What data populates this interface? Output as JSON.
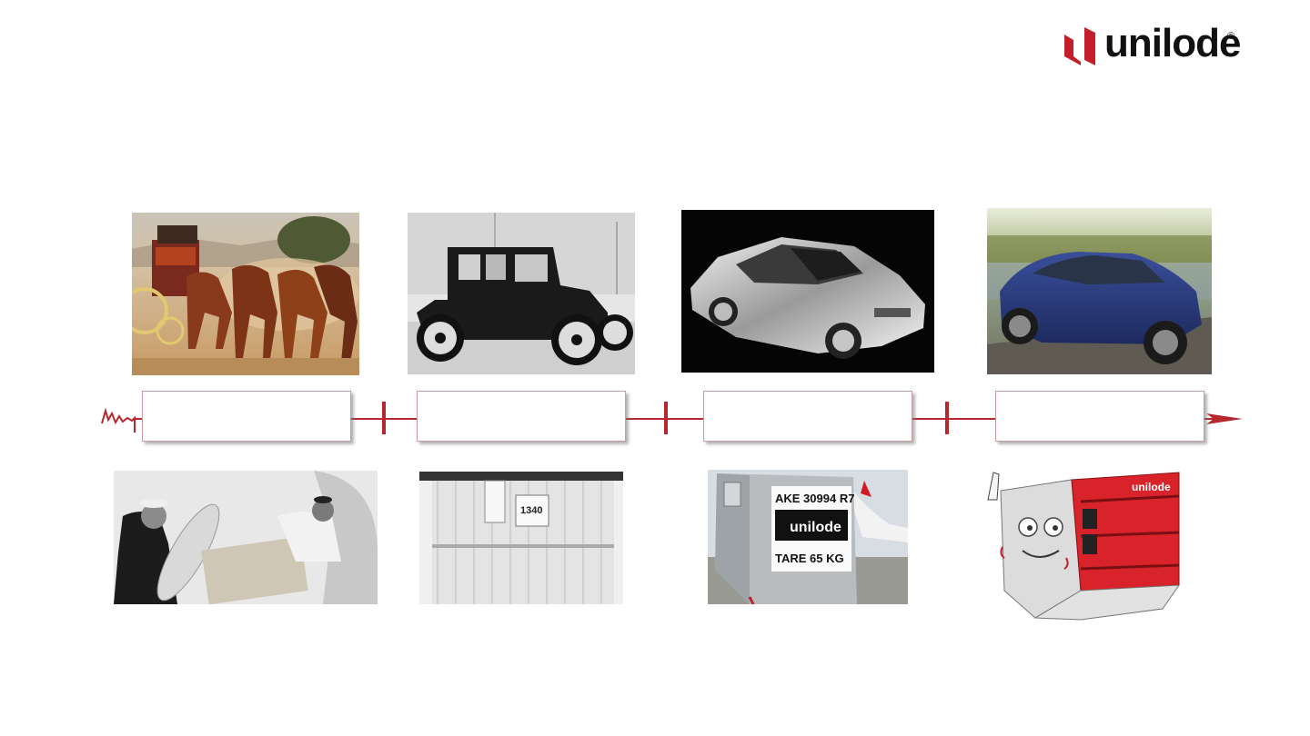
{
  "brand": {
    "name": "unilode",
    "registered_mark": "®",
    "color": "#c41e2a"
  },
  "timeline": {
    "accent_color": "#b5282e",
    "eras": [
      {
        "label": ""
      },
      {
        "label": ""
      },
      {
        "label": ""
      },
      {
        "label": ""
      }
    ]
  },
  "top_images": [
    {
      "icon": "stagecoach-horses-photo"
    },
    {
      "icon": "vintage-car-photo"
    },
    {
      "icon": "silver-sedan-photo"
    },
    {
      "icon": "electric-suv-photo"
    }
  ],
  "bottom_images": [
    {
      "icon": "loading-boxes-photo"
    },
    {
      "icon": "early-container-photo",
      "text": "1340"
    },
    {
      "icon": "ake-container-photo",
      "lines": [
        "AKE  30994 R7",
        "unilode",
        "TARE 65 KG"
      ]
    },
    {
      "icon": "smart-uld-cartoon",
      "text": "unilode"
    }
  ]
}
